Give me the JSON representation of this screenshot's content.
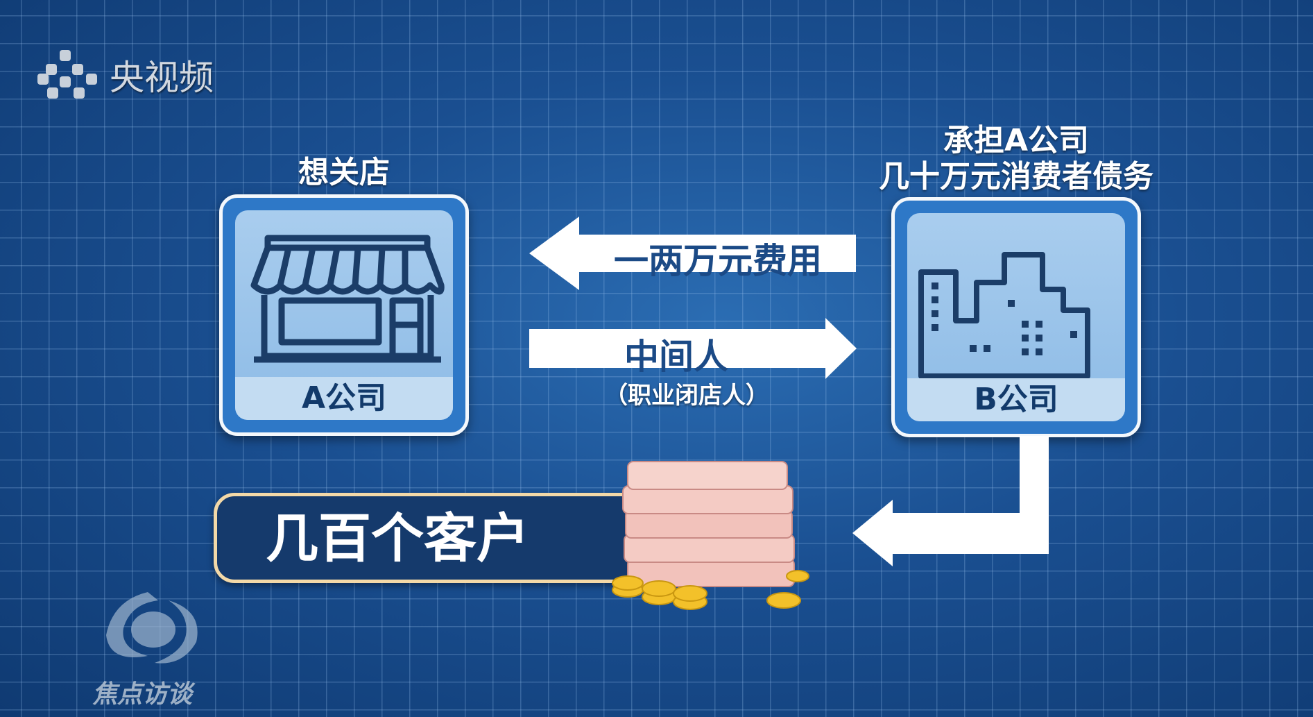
{
  "watermark_top": {
    "brand": "央视频"
  },
  "watermark_bottom": {
    "brand": "焦点访谈"
  },
  "company_a": {
    "caption": "想关店",
    "label": "A公司",
    "icon": "storefront-icon"
  },
  "company_b": {
    "caption_line1": "承担A公司",
    "caption_line2": "几十万元消费者债务",
    "label": "B公司",
    "icon": "city-buildings-icon"
  },
  "arrow_left": {
    "label": "一两万元费用"
  },
  "arrow_right": {
    "label": "中间人",
    "sublabel": "（职业闭店人）"
  },
  "customers": {
    "label": "几百个客户",
    "icon": "money-stack-icon"
  },
  "colors": {
    "background": "#1a4f91",
    "box_border": "#f4f8fc",
    "customer_border": "#f3d9a8",
    "arrow": "#ffffff"
  }
}
